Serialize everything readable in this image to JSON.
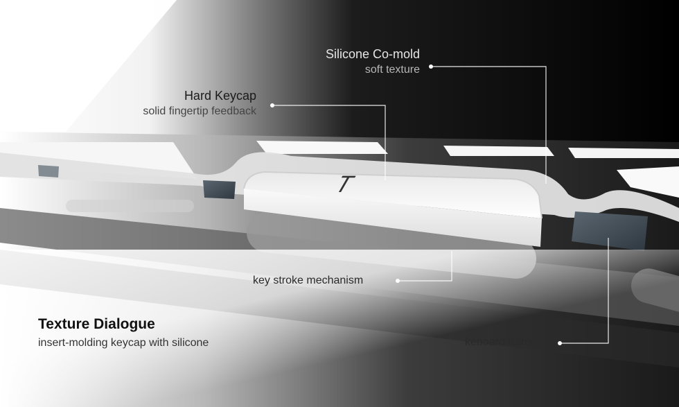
{
  "callouts": {
    "silicone": {
      "title": "Silicone Co-mold",
      "subtitle": "soft texture"
    },
    "keycap": {
      "title": "Hard Keycap",
      "subtitle": "solid fingertip feedback"
    },
    "mechanism": {
      "title": "key stroke mechanism"
    },
    "frame": {
      "title": "keboard frame"
    }
  },
  "caption": {
    "title": "Texture Dialogue",
    "subtitle": "insert-molding keycap with silicone"
  },
  "keycap_glyph": "T",
  "colors": {
    "background_dark": "#000000",
    "keycap": "#f4f4f4",
    "frame_block": "#4a5560",
    "leader_line": "#ffffff"
  }
}
